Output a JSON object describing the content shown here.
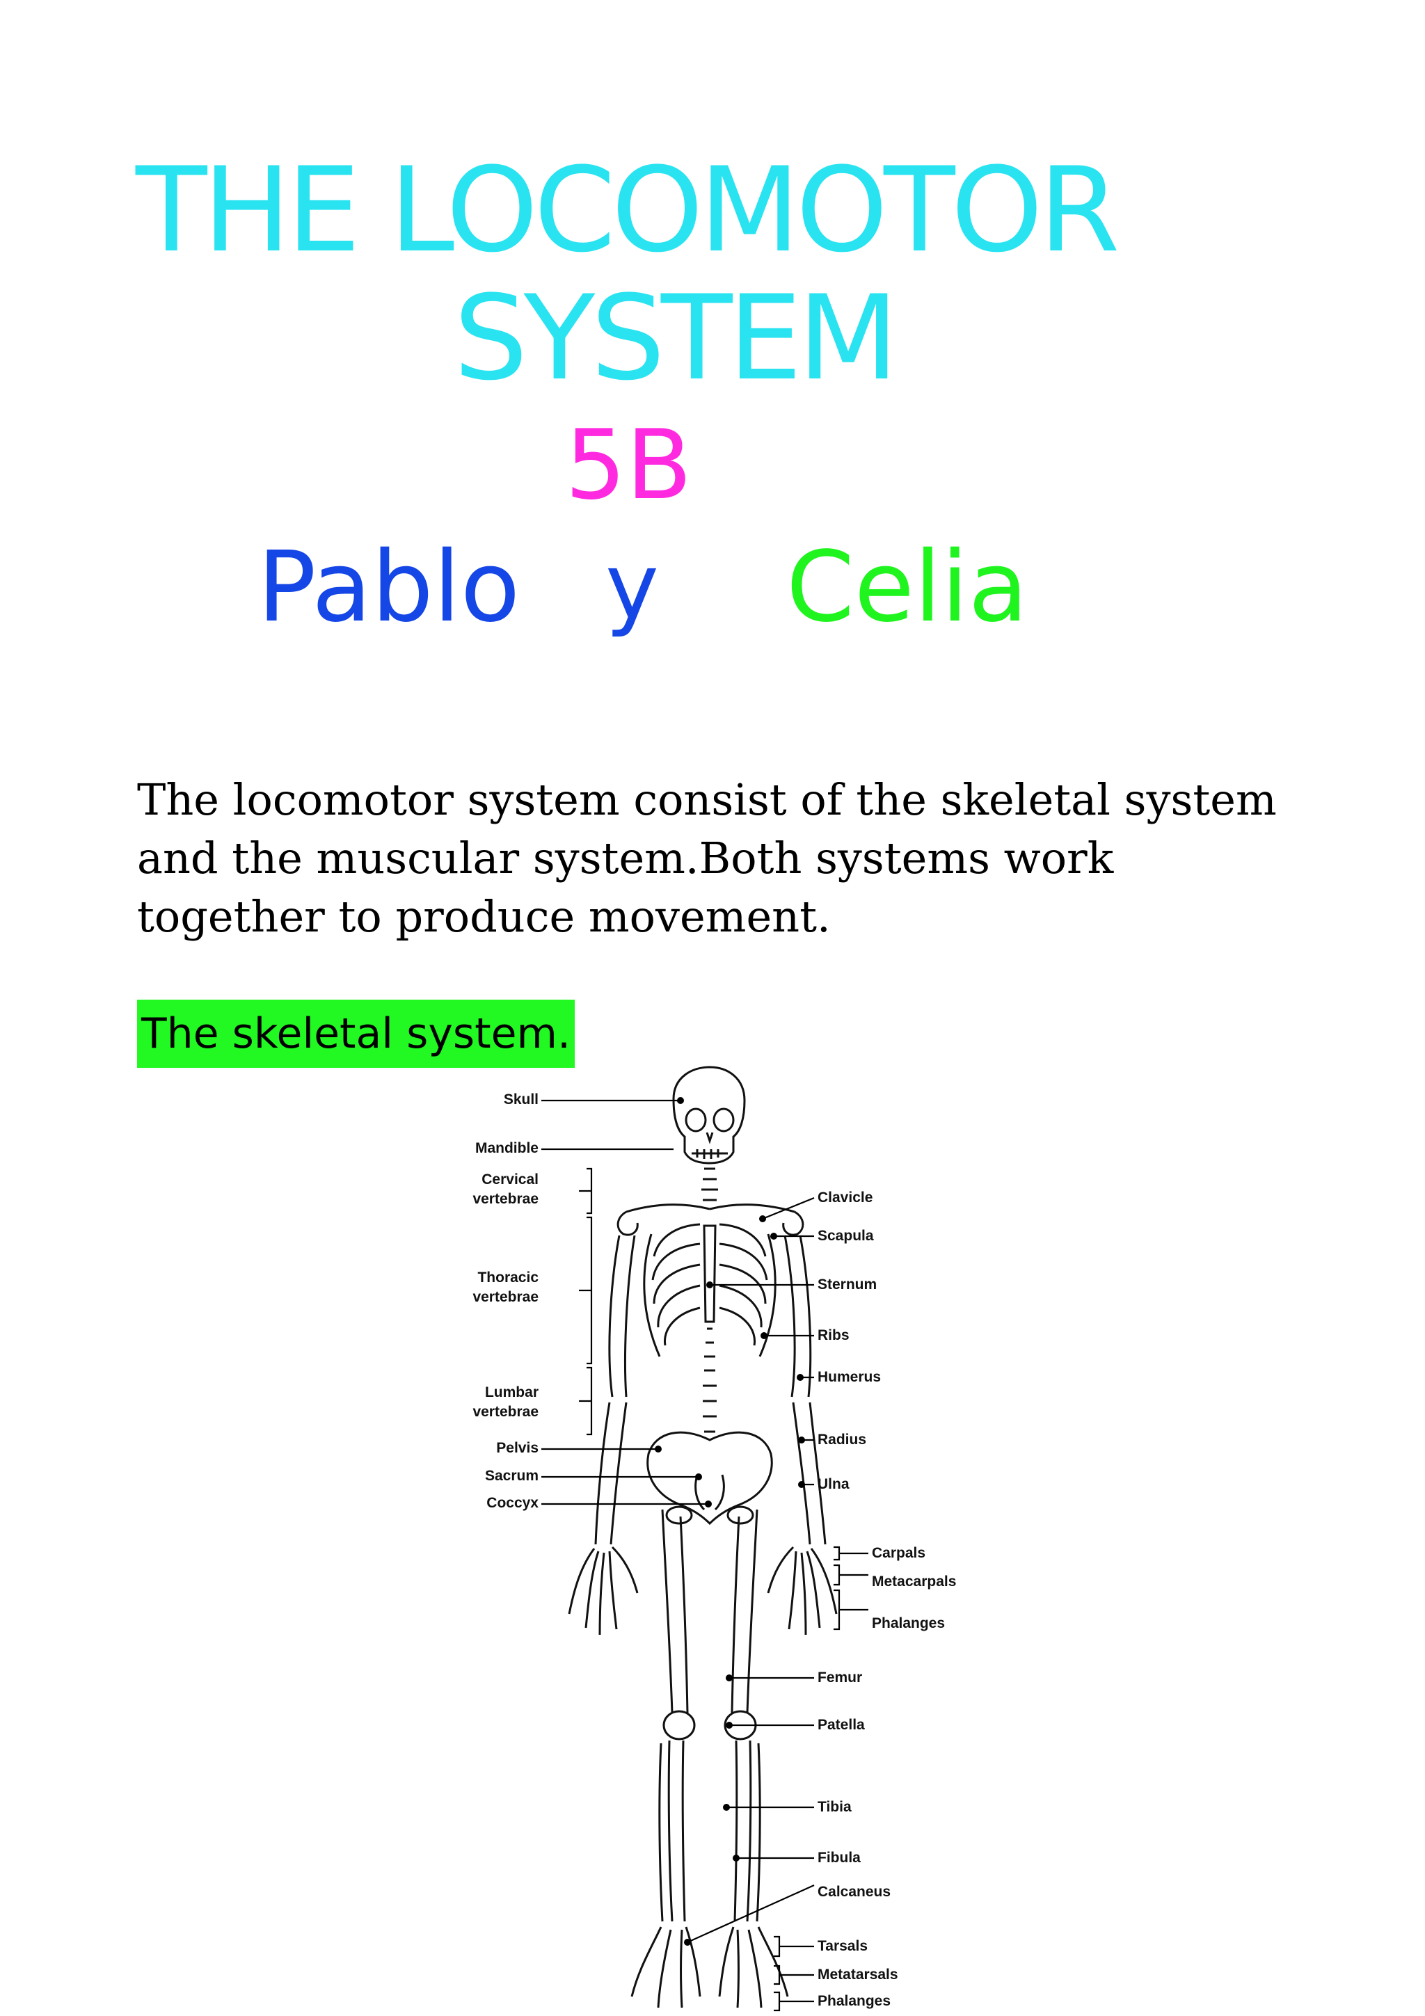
{
  "title": {
    "line1": "THE LOCOMOTOR",
    "line2": "SYSTEM",
    "class": "5B",
    "name1": "Pablo",
    "connector": "y",
    "name2": "Celia"
  },
  "colors": {
    "title": "#29e3f1",
    "class": "#ff29e0",
    "names": "#1546e6",
    "name2": "#1ff41f",
    "highlight": "#22f922"
  },
  "intro": {
    "line1": "The locomotor system consist of the skeletal system",
    "line2": "and the muscular system.Both systems work",
    "line3": "together to produce movement."
  },
  "section_heading": "The skeletal system.",
  "diagram": {
    "left": {
      "skull": "Skull",
      "mandible": "Mandible",
      "cervical1": "Cervical",
      "cervical2": "vertebrae",
      "thoracic1": "Thoracic",
      "thoracic2": "vertebrae",
      "lumbar1": "Lumbar",
      "lumbar2": "vertebrae",
      "pelvis": "Pelvis",
      "sacrum": "Sacrum",
      "coccyx": "Coccyx"
    },
    "right": {
      "clavicle": "Clavicle",
      "scapula": "Scapula",
      "sternum": "Sternum",
      "ribs": "Ribs",
      "humerus": "Humerus",
      "radius": "Radius",
      "ulna": "Ulna",
      "carpals": "Carpals",
      "metacarpals": "Metacarpals",
      "phalanges_hand": "Phalanges",
      "femur": "Femur",
      "patella": "Patella",
      "tibia": "Tibia",
      "fibula": "Fibula",
      "calcaneus": "Calcaneus",
      "tarsals": "Tarsals",
      "metatarsals": "Metatarsals",
      "phalanges_foot": "Phalanges"
    }
  }
}
